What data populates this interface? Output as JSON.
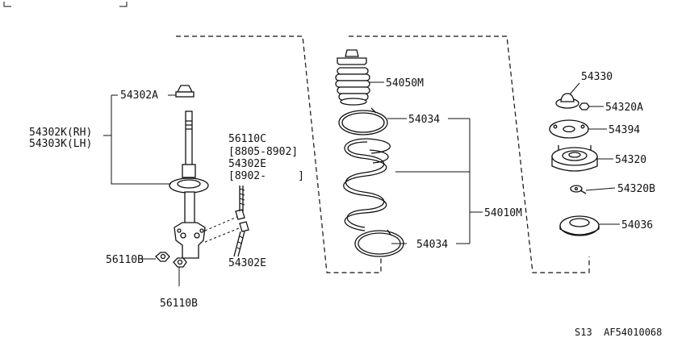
{
  "callouts": {
    "strut_upper_nut": "54302A",
    "strut_rh": "54302K(RH)",
    "strut_lh": "54303K(LH)",
    "bolt_upper_code": "56110C",
    "bolt_upper_date": "[8805-8902]",
    "bolt_upper_code2": "54302E",
    "bolt_upper_date2": "[8902-     ]",
    "nut_left": "56110B",
    "nut_bottom": "56110B",
    "bolt_lower": "54302E",
    "bumper_boot": "54050M",
    "spring_seat_upper": "54034",
    "spring_seat_lower": "54034",
    "spring_assembly": "54010M",
    "cap": "54330",
    "nut_top": "54320A",
    "plate": "54394",
    "mount": "54320",
    "washer": "54320B",
    "seat": "54036"
  },
  "footer": {
    "code": "S13  AF54010068"
  }
}
